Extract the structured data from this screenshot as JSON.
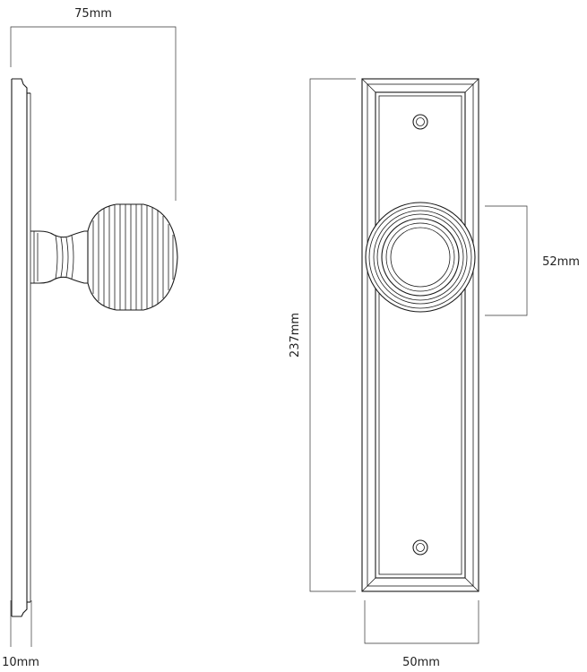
{
  "dimensions": {
    "projection": "75mm",
    "height": "237mm",
    "knob_diameter": "52mm",
    "width": "50mm",
    "plate_thickness": "10mm"
  },
  "colors": {
    "line": "#1a1a1a",
    "background": "#ffffff"
  }
}
